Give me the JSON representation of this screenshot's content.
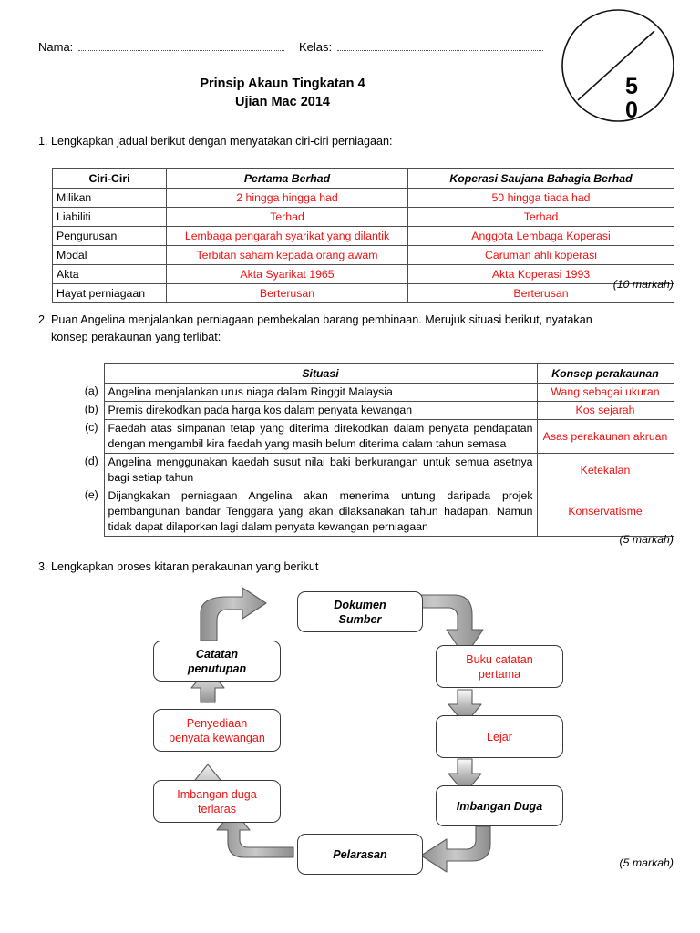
{
  "header": {
    "nama_label": "Nama:",
    "kelas_label": "Kelas:",
    "title_line1": "Prinsip Akaun Tingkatan 4",
    "title_line2": "Ujian Mac 2014",
    "score_value": "5\n0",
    "score_digit_top": "5",
    "score_digit_bottom": "0"
  },
  "colors": {
    "answer_red": "#ee1111",
    "rule": "#4d4d4d",
    "text": "#000000"
  },
  "questions": {
    "q1": {
      "number": "1.",
      "text": "1. Lengkapkan jadual berikut dengan menyatakan ciri-ciri perniagaan:",
      "markah": "(10 markah)",
      "table": {
        "headers": [
          "Ciri-Ciri",
          "Pertama Berhad",
          "Koperasi Saujana Bahagia Berhad"
        ],
        "rows": [
          {
            "ciri": "Milikan",
            "a": "2  hingga hingga had",
            "b": "50 hingga tiada had"
          },
          {
            "ciri": "Liabiliti",
            "a": "Terhad",
            "b": "Terhad"
          },
          {
            "ciri": "Pengurusan",
            "a": "Lembaga pengarah syarikat yang dilantik",
            "b": "Anggota Lembaga Koperasi"
          },
          {
            "ciri": "Modal",
            "a": "Terbitan saham kepada orang awam",
            "b": "Caruman ahli koperasi"
          },
          {
            "ciri": "Akta",
            "a": "Akta Syarikat 1965",
            "b": "Akta Koperasi 1993"
          },
          {
            "ciri": "Hayat perniagaan",
            "a": "Berterusan",
            "b": "Berterusan"
          }
        ]
      }
    },
    "q2": {
      "text_line1": "2. Puan Angelina menjalankan perniagaan pembekalan barang pembinaan. Merujuk situasi berikut, nyatakan",
      "text_line2": "konsep perakaunan yang terlibat:",
      "markah": "(5 markah)",
      "table": {
        "headers": [
          "Situasi",
          "Konsep perakaunan"
        ],
        "rows": [
          {
            "label": "(a)",
            "situasi": "Angelina menjalankan urus niaga dalam Ringgit Malaysia",
            "konsep": "Wang sebagai ukuran"
          },
          {
            "label": "(b)",
            "situasi": "Premis direkodkan pada harga kos dalam penyata kewangan",
            "konsep": "Kos sejarah"
          },
          {
            "label": "(c)",
            "situasi": "Faedah atas simpanan tetap yang diterima direkodkan dalam penyata pendapatan dengan mengambil kira faedah yang masih belum diterima dalam tahun semasa",
            "konsep": "Asas perakaunan akruan"
          },
          {
            "label": "(d)",
            "situasi": "Angelina menggunakan kaedah susut nilai baki berkurangan untuk semua asetnya bagi setiap tahun",
            "konsep": "Ketekalan"
          },
          {
            "label": "(e)",
            "situasi": "Dijangkakan perniagaan Angelina akan menerima untung daripada projek pembangunan bandar Tenggara yang akan dilaksanakan tahun hadapan. Namun tidak dapat dilaporkan lagi dalam penyata kewangan perniagaan",
            "konsep": "Konservatisme"
          }
        ]
      }
    },
    "q3": {
      "text": "3. Lengkapkan proses kitaran perakaunan yang berikut",
      "markah": "(5 markah)",
      "diagram": {
        "nodes": [
          {
            "id": "dokumen-sumber",
            "label": "Dokumen\nSumber",
            "line1": "Dokumen",
            "line2": "Sumber",
            "style": "bold"
          },
          {
            "id": "buku-catatan-pertama",
            "label": "Buku catatan\npertama",
            "line1": "Buku catatan",
            "line2": "pertama",
            "style": "red"
          },
          {
            "id": "lejar",
            "label": "Lejar",
            "line1": "Lejar",
            "line2": "",
            "style": "red"
          },
          {
            "id": "imbangan-duga",
            "label": "Imbangan Duga",
            "line1": "Imbangan Duga",
            "line2": "",
            "style": "bold"
          },
          {
            "id": "pelarasan",
            "label": "Pelarasan",
            "line1": "Pelarasan",
            "line2": "",
            "style": "bold"
          },
          {
            "id": "imbangan-duga-terlaras",
            "label": "Imbangan duga\nterlaras",
            "line1": "Imbangan duga",
            "line2": "terlaras",
            "style": "red"
          },
          {
            "id": "penyediaan-penyata-kewangan",
            "label": "Penyediaan\npenyata kewangan",
            "line1": "Penyediaan",
            "line2": "penyata kewangan",
            "style": "red"
          },
          {
            "id": "catatan-penutupan",
            "label": "Catatan\npenutupan",
            "line1": "Catatan",
            "line2": "penutupan",
            "style": "bold"
          }
        ]
      }
    }
  }
}
